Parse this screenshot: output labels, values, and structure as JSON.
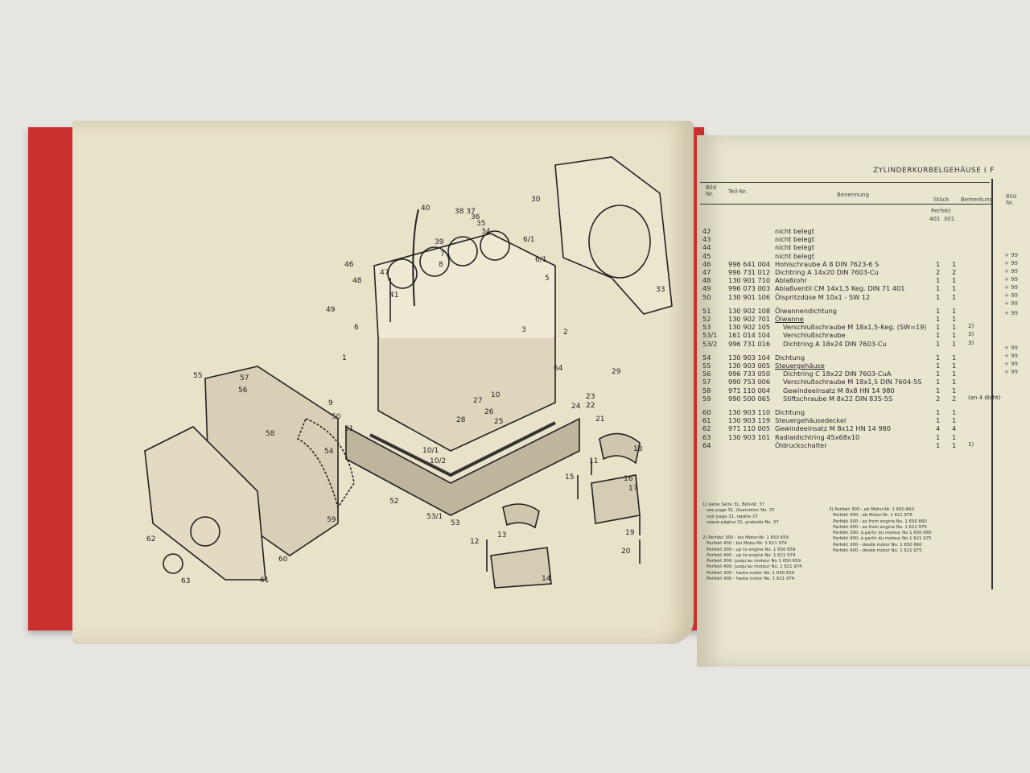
{
  "right_page": {
    "section_title": "ZYLINDERKURBELGEHÄUSE ( F",
    "headers": {
      "bild_nr": "Bild Nr.",
      "teil_nr": "Teil-Nr.",
      "benennung": "Benennung",
      "stueck": "Stück",
      "bemerkung": "Bemerkung",
      "perfekt": "Perfekt",
      "models": "401  301"
    },
    "groups": [
      [
        {
          "nr": "42",
          "teil": "",
          "ben": "nicht belegt",
          "s1": "",
          "s2": "",
          "bem": "",
          "indent": 0,
          "u": false
        },
        {
          "nr": "43",
          "teil": "",
          "ben": "nicht belegt",
          "s1": "",
          "s2": "",
          "bem": "",
          "indent": 0,
          "u": false
        },
        {
          "nr": "44",
          "teil": "",
          "ben": "nicht belegt",
          "s1": "",
          "s2": "",
          "bem": "",
          "indent": 0,
          "u": false
        },
        {
          "nr": "45",
          "teil": "",
          "ben": "nicht belegt",
          "s1": "",
          "s2": "",
          "bem": "",
          "indent": 0,
          "u": false
        },
        {
          "nr": "46",
          "teil": "996 641 004",
          "ben": "Hohlschraube A 8 DIN 7623-6 S",
          "s1": "1",
          "s2": "1",
          "bem": "",
          "indent": 0,
          "u": false
        },
        {
          "nr": "47",
          "teil": "996 731 012",
          "ben": "Dichtring A 14x20 DIN 7603-Cu",
          "s1": "2",
          "s2": "2",
          "bem": "",
          "indent": 0,
          "u": false
        },
        {
          "nr": "48",
          "teil": "130 901 710",
          "ben": "Ablaßrohr",
          "s1": "1",
          "s2": "1",
          "bem": "",
          "indent": 0,
          "u": false
        },
        {
          "nr": "49",
          "teil": "996 073 003",
          "ben": "Ablaßventil CM 14x1,5 Keg. DIN 71 401",
          "s1": "1",
          "s2": "1",
          "bem": "",
          "indent": 0,
          "u": false
        },
        {
          "nr": "50",
          "teil": "130 901 106",
          "ben": "Ölspritzdüse M 10x1 - SW 12",
          "s1": "1",
          "s2": "1",
          "bem": "",
          "indent": 0,
          "u": false
        }
      ],
      [
        {
          "nr": "51",
          "teil": "130 902 108",
          "ben": "Ölwannendichtung",
          "s1": "1",
          "s2": "1",
          "bem": "",
          "indent": 0,
          "u": false
        },
        {
          "nr": "52",
          "teil": "130 902 701",
          "ben": "Ölwanne",
          "s1": "1",
          "s2": "1",
          "bem": "",
          "indent": 0,
          "u": true
        },
        {
          "nr": "53",
          "teil": "130 902 105",
          "ben": "Verschlußschraube M 18x1,5-Keg. (SW=19)",
          "s1": "1",
          "s2": "1",
          "bem": "2)",
          "indent": 1,
          "u": false
        },
        {
          "nr": "53/1",
          "teil": "161 014 104",
          "ben": "Verschlußschraube",
          "s1": "1",
          "s2": "1",
          "bem": "3)",
          "indent": 1,
          "u": false
        },
        {
          "nr": "53/2",
          "teil": "996 731 016",
          "ben": "Dichtring A 18x24 DIN 7603-Cu",
          "s1": "1",
          "s2": "1",
          "bem": "3)",
          "indent": 1,
          "u": false
        }
      ],
      [
        {
          "nr": "54",
          "teil": "130 903 104",
          "ben": "Dichtung",
          "s1": "1",
          "s2": "1",
          "bem": "",
          "indent": 0,
          "u": false
        },
        {
          "nr": "55",
          "teil": "130 903 005",
          "ben": "Steuergehäuse",
          "s1": "1",
          "s2": "1",
          "bem": "",
          "indent": 0,
          "u": true
        },
        {
          "nr": "56",
          "teil": "996 733 050",
          "ben": "Dichtring C 18x22 DIN 7603-CuA",
          "s1": "1",
          "s2": "1",
          "bem": "",
          "indent": 1,
          "u": false
        },
        {
          "nr": "57",
          "teil": "990 753 006",
          "ben": "Verschlußschraube M 18x1,5 DIN 7604-5S",
          "s1": "1",
          "s2": "1",
          "bem": "",
          "indent": 1,
          "u": false
        },
        {
          "nr": "58",
          "teil": "971 110 004",
          "ben": "Gewindeeinsatz M 8x8 HN 14 980",
          "s1": "1",
          "s2": "1",
          "bem": "",
          "indent": 1,
          "u": false
        },
        {
          "nr": "59",
          "teil": "990 500 065",
          "ben": "Stiftschraube M 8x22 DIN 835-5S",
          "s1": "2",
          "s2": "2",
          "bem": "(an 4 dicht)",
          "indent": 1,
          "u": false
        }
      ],
      [
        {
          "nr": "60",
          "teil": "130 903 110",
          "ben": "Dichtung",
          "s1": "1",
          "s2": "1",
          "bem": "",
          "indent": 0,
          "u": false
        },
        {
          "nr": "61",
          "teil": "130 903 119",
          "ben": "Steuergehäusedeckel",
          "s1": "1",
          "s2": "1",
          "bem": "",
          "indent": 0,
          "u": false
        },
        {
          "nr": "62",
          "teil": "971 110 005",
          "ben": "Gewindeeinsatz M 8x12 HN 14 980",
          "s1": "4",
          "s2": "4",
          "bem": "",
          "indent": 0,
          "u": false
        },
        {
          "nr": "63",
          "teil": "130 903 101",
          "ben": "Radialdichtring 45x68x10",
          "s1": "1",
          "s2": "1",
          "bem": "",
          "indent": 0,
          "u": false
        },
        {
          "nr": "64",
          "teil": "",
          "ben": "Öldruckschalter",
          "s1": "1",
          "s2": "1",
          "bem": "1)",
          "indent": 0,
          "u": false
        }
      ]
    ],
    "footnotes": {
      "f1": "1) siehe Seite 31, Bild-Nr. 37\n   see page 31, illustration No. 37\n   voir page 31, repère 37\n   véase página 31, grabado No. 37",
      "f2": "2) Perfekt 300 - bis Motor-Nr. 1 650 659\n   Perfekt 400 - bis Motor-Nr. 1 621 974\n   Perfekt 300 - up to engine No. 1 650 659\n   Perfekt 400 - up to engine No. 1 621 974\n   Perfekt 300: jusqu'au moteur No 1 650 659\n   Perfekt 400: jusqu'au moteur No. 1 621 974\n   Perfekt 300 - hasta motor No. 1 650 659\n   Perfekt 400 - hasta motor No. 1 621 974",
      "f3": "3) Perfekt 300 - ab Motor-Nr. 1 650 660\n   Perfekt 400 - ab Motor-Nr. 1 621 975\n   Perfekt 300 - as from engine No. 1 650 660\n   Perfekt 400 - as from engine No. 1 621 975\n   Perfekt 300: à partir du moteur No 1 650 660\n   Perfekt 400: à partir du moteur No 1 621 975\n   Perfekt 300 - desde motor No. 1 650 660\n   Perfekt 400 - desde motor No. 1 621 975"
    },
    "next_column": {
      "header": "Bild Nr.",
      "marks": [
        "+ 99",
        "+ 99",
        "+ 99",
        "+ 99",
        "+ 99",
        "+ 99",
        "+ 99",
        "+ 99",
        "+ 99",
        "+ 99",
        "+ 99",
        "+ 99"
      ]
    }
  },
  "left_page": {
    "callouts": [
      "40",
      "38 37",
      "36",
      "35",
      "34",
      "39",
      "30",
      "6/1",
      "46",
      "47",
      "48",
      "49",
      "41",
      "7",
      "8",
      "5",
      "6/1",
      "6",
      "1",
      "2",
      "3",
      "64",
      "29",
      "55",
      "57",
      "56",
      "58",
      "9",
      "50",
      "51",
      "10",
      "27",
      "26",
      "28",
      "25",
      "23",
      "22",
      "21",
      "24",
      "10/1",
      "10/2",
      "11",
      "15",
      "18",
      "16",
      "17",
      "54",
      "59",
      "52",
      "53/1",
      "53",
      "13",
      "12",
      "19",
      "20",
      "14",
      "62",
      "63",
      "60",
      "61",
      "33"
    ]
  },
  "colors": {
    "cover": "#c9302f",
    "paper": "#e8e2c9",
    "ink": "#222222"
  }
}
